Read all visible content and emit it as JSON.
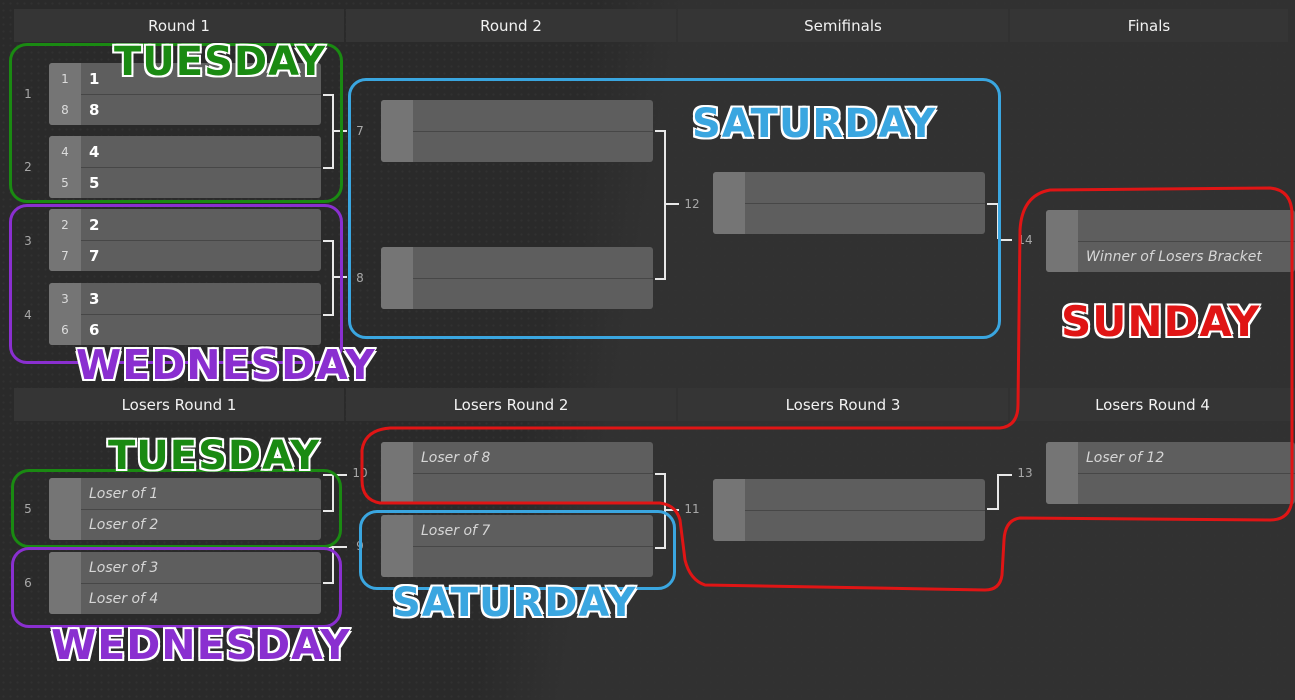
{
  "headers": {
    "r1": "Round 1",
    "r2": "Round 2",
    "semis": "Semifinals",
    "finals": "Finals",
    "l1": "Losers Round 1",
    "l2": "Losers Round 2",
    "l3": "Losers Round 3",
    "l4": "Losers Round 4"
  },
  "matches": {
    "m1": {
      "num": "1",
      "top_seed": "1",
      "top_name": "1",
      "bot_seed": "8",
      "bot_name": "8"
    },
    "m2": {
      "num": "2",
      "top_seed": "4",
      "top_name": "4",
      "bot_seed": "5",
      "bot_name": "5"
    },
    "m3": {
      "num": "3",
      "top_seed": "2",
      "top_name": "2",
      "bot_seed": "7",
      "bot_name": "7"
    },
    "m4": {
      "num": "4",
      "top_seed": "3",
      "top_name": "3",
      "bot_seed": "6",
      "bot_name": "6"
    },
    "m7": {
      "num": "7",
      "top_name": "",
      "bot_name": ""
    },
    "m8": {
      "num": "8",
      "top_name": "",
      "bot_name": ""
    },
    "m12": {
      "num": "12",
      "top_name": "",
      "bot_name": ""
    },
    "m14": {
      "num": "14",
      "top_name": "",
      "bot_name": "Winner of Losers Bracket"
    },
    "m5": {
      "num": "5",
      "top_name": "Loser of 1",
      "bot_name": "Loser of 2"
    },
    "m6": {
      "num": "6",
      "top_name": "Loser of 3",
      "bot_name": "Loser of 4"
    },
    "m10": {
      "num": "10",
      "top_name": "Loser of 8",
      "bot_name": ""
    },
    "m9": {
      "num": "9",
      "top_name": "Loser of 7",
      "bot_name": ""
    },
    "m11": {
      "num": "11",
      "top_name": "",
      "bot_name": ""
    },
    "m13": {
      "num": "13",
      "top_name": "Loser of 12",
      "bot_name": ""
    }
  },
  "annotations": {
    "tuesday_top": "TUESDAY",
    "wednesday_top": "WEDNESDAY",
    "saturday_top": "SATURDAY",
    "sunday": "SUNDAY",
    "tuesday_bot": "TUESDAY",
    "wednesday_bot": "WEDNESDAY",
    "saturday_bot": "SATURDAY"
  },
  "colors": {
    "tuesday": "#1a8a12",
    "wednesday": "#8a2fd0",
    "saturday": "#3aa6e0",
    "sunday": "#e01515"
  }
}
